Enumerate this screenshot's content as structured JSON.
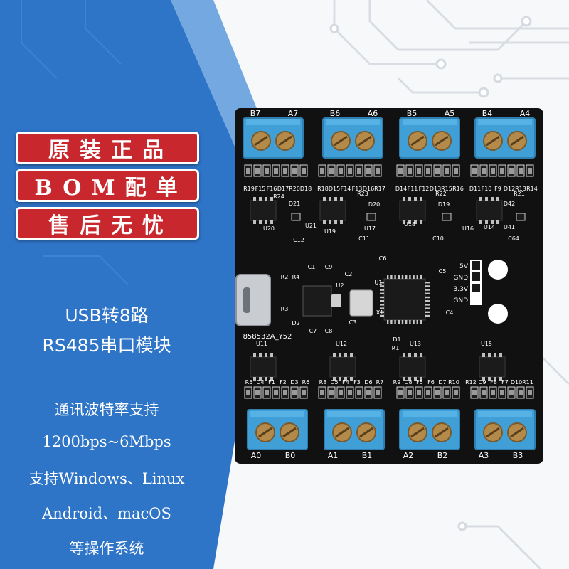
{
  "badges": [
    "原装正品",
    "BOM配单",
    "售后无忧"
  ],
  "product_title": [
    "USB转8路",
    "RS485串口模块"
  ],
  "features": [
    "通讯波特率支持",
    "1200bps~6Mbps",
    "支持Windows、Linux",
    "Android、macOS",
    "等操作系统"
  ],
  "board": {
    "top_terminals": [
      [
        "B7",
        "A7"
      ],
      [
        "B6",
        "A6"
      ],
      [
        "B5",
        "A5"
      ],
      [
        "B4",
        "A4"
      ]
    ],
    "bottom_terminals": [
      [
        "A0",
        "B0"
      ],
      [
        "A1",
        "B1"
      ],
      [
        "A2",
        "B2"
      ],
      [
        "A3",
        "B3"
      ]
    ],
    "header_pins": [
      "5V",
      "GND",
      "3.3V",
      "GND"
    ],
    "model_label": "858532A_Y52",
    "top_component_labels": [
      "R19",
      "F15",
      "F16",
      "D17",
      "R20",
      "D18",
      "R18",
      "D15",
      "F14",
      "F13",
      "D16",
      "R17",
      "D14",
      "F11",
      "F12",
      "D13",
      "R15",
      "R16",
      "D11",
      "F10",
      "F9",
      "D12",
      "R13",
      "R14",
      "R24",
      "D21",
      "R23",
      "R22",
      "D20",
      "D19",
      "R21",
      "D42"
    ],
    "top_ic_labels": [
      "U20",
      "U21",
      "U19",
      "U17",
      "U18",
      "U16",
      "U14",
      "U41"
    ],
    "cap_labels": [
      "C12",
      "C11",
      "C10",
      "C64",
      "C6",
      "C5",
      "C4",
      "C1",
      "C9",
      "C2",
      "C3",
      "C7",
      "C8"
    ],
    "mid_labels": [
      "R2",
      "R4",
      "R3",
      "D2",
      "U2",
      "U1",
      "X1",
      "D1",
      "R1"
    ],
    "bottom_ic_labels": [
      "U11",
      "U12",
      "U13",
      "U15"
    ],
    "bottom_component_labels": [
      "R5",
      "D4",
      "F1",
      "F2",
      "D3",
      "R6",
      "R8",
      "D5",
      "F4",
      "F3",
      "D6",
      "R7",
      "R9",
      "D8",
      "F5",
      "F6",
      "D7",
      "R10",
      "R12",
      "D9",
      "F8",
      "F7",
      "D10",
      "R11"
    ]
  },
  "colors": {
    "blue_panel": "#2e74c7",
    "badge_red": "#c8272d",
    "pcb_black": "#111111",
    "terminal_blue": "#3f9fd6",
    "screw_gold": "#b38a4a"
  }
}
